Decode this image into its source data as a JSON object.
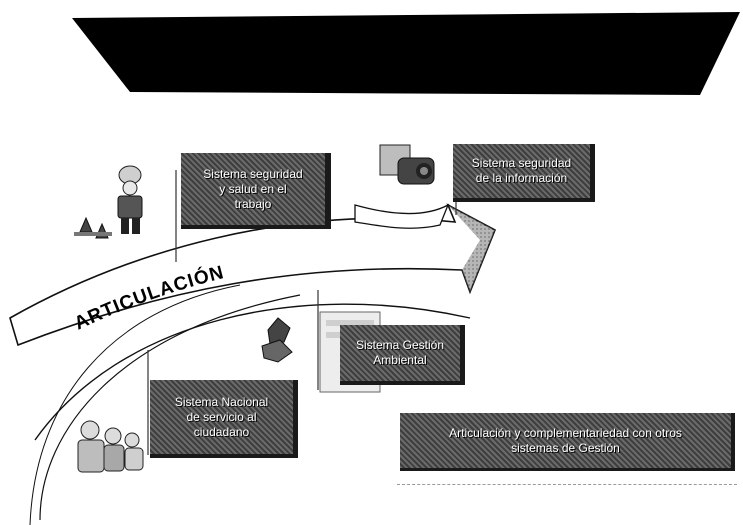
{
  "diagram": {
    "title_banner": "",
    "arrow_label": "ARTICULACIÓN",
    "boxes": [
      {
        "id": "sst",
        "lines": [
          "Sistema seguridad",
          "y salud en el",
          "trabajo"
        ]
      },
      {
        "id": "ssi",
        "lines": [
          "Sistema seguridad",
          "de la información"
        ]
      },
      {
        "id": "sga",
        "lines": [
          "Sistema Gestión",
          "Ambiental"
        ]
      },
      {
        "id": "sns",
        "lines": [
          "Sistema Nacional",
          "de servicio al",
          "ciudadano"
        ]
      },
      {
        "id": "art",
        "lines": [
          "Articulación y complementariedad con otros",
          "sistemas de Gestión"
        ]
      }
    ],
    "icons": [
      "construction-worker-icon",
      "safety-cones-icon",
      "camera-computer-icon",
      "server-computer-icon",
      "recycle-plant-icon",
      "customer-service-people-icon"
    ]
  }
}
